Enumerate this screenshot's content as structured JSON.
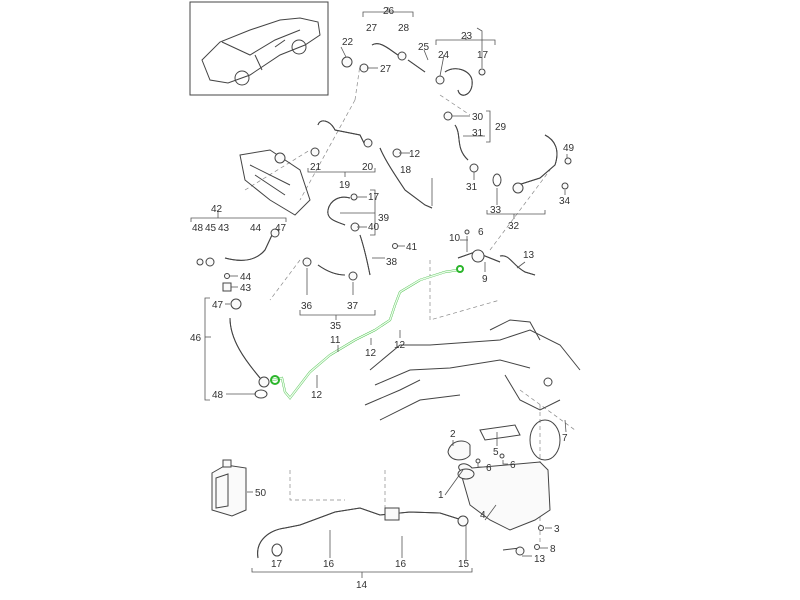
{
  "diagram": {
    "title": "Coolant hoses / expansion tank exploded view",
    "highlight_color": "#2bb52b",
    "line_color": "#444444",
    "callouts": [
      {
        "id": "c1",
        "text": "1"
      },
      {
        "id": "c2",
        "text": "2"
      },
      {
        "id": "c3",
        "text": "3"
      },
      {
        "id": "c4",
        "text": "4"
      },
      {
        "id": "c5",
        "text": "5"
      },
      {
        "id": "c6a",
        "text": "6"
      },
      {
        "id": "c6b",
        "text": "6"
      },
      {
        "id": "c6c",
        "text": "6"
      },
      {
        "id": "c7",
        "text": "7"
      },
      {
        "id": "c8",
        "text": "8"
      },
      {
        "id": "c9",
        "text": "9"
      },
      {
        "id": "c10",
        "text": "10"
      },
      {
        "id": "c11",
        "text": "11"
      },
      {
        "id": "c12a",
        "text": "12"
      },
      {
        "id": "c12b",
        "text": "12"
      },
      {
        "id": "c12c",
        "text": "12"
      },
      {
        "id": "c12d",
        "text": "12"
      },
      {
        "id": "c13a",
        "text": "13"
      },
      {
        "id": "c13b",
        "text": "13"
      },
      {
        "id": "c14",
        "text": "14"
      },
      {
        "id": "c15",
        "text": "15"
      },
      {
        "id": "c16a",
        "text": "16"
      },
      {
        "id": "c16b",
        "text": "16"
      },
      {
        "id": "c17a",
        "text": "17"
      },
      {
        "id": "c17b",
        "text": "17"
      },
      {
        "id": "c17c",
        "text": "17"
      },
      {
        "id": "c18",
        "text": "18"
      },
      {
        "id": "c19",
        "text": "19"
      },
      {
        "id": "c20",
        "text": "20"
      },
      {
        "id": "c21",
        "text": "21"
      },
      {
        "id": "c22",
        "text": "22"
      },
      {
        "id": "c23",
        "text": "23"
      },
      {
        "id": "c24",
        "text": "24"
      },
      {
        "id": "c25",
        "text": "25"
      },
      {
        "id": "c26",
        "text": "26"
      },
      {
        "id": "c27a",
        "text": "27"
      },
      {
        "id": "c27b",
        "text": "27"
      },
      {
        "id": "c28",
        "text": "28"
      },
      {
        "id": "c29",
        "text": "29"
      },
      {
        "id": "c30",
        "text": "30"
      },
      {
        "id": "c31a",
        "text": "31"
      },
      {
        "id": "c31b",
        "text": "31"
      },
      {
        "id": "c32",
        "text": "32"
      },
      {
        "id": "c33",
        "text": "33"
      },
      {
        "id": "c34",
        "text": "34"
      },
      {
        "id": "c35",
        "text": "35"
      },
      {
        "id": "c36",
        "text": "36"
      },
      {
        "id": "c37",
        "text": "37"
      },
      {
        "id": "c38",
        "text": "38"
      },
      {
        "id": "c39",
        "text": "39"
      },
      {
        "id": "c40",
        "text": "40"
      },
      {
        "id": "c41",
        "text": "41"
      },
      {
        "id": "c42",
        "text": "42"
      },
      {
        "id": "c43a",
        "text": "43"
      },
      {
        "id": "c43b",
        "text": "43"
      },
      {
        "id": "c44a",
        "text": "44"
      },
      {
        "id": "c44b",
        "text": "44"
      },
      {
        "id": "c45",
        "text": "45"
      },
      {
        "id": "c46",
        "text": "46"
      },
      {
        "id": "c47a",
        "text": "47"
      },
      {
        "id": "c47b",
        "text": "47"
      },
      {
        "id": "c48a",
        "text": "48"
      },
      {
        "id": "c48b",
        "text": "48"
      },
      {
        "id": "c49",
        "text": "49"
      },
      {
        "id": "c50",
        "text": "50"
      }
    ]
  }
}
